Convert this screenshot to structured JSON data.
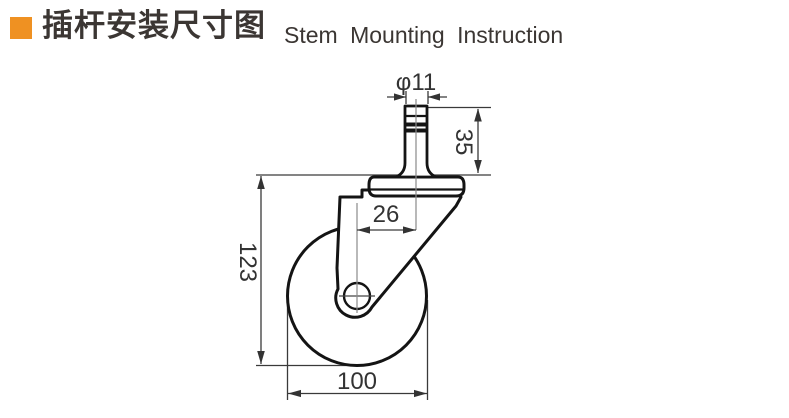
{
  "header": {
    "title_zh": "插杆安装尺寸图",
    "title_en": "Stem Mounting Instruction",
    "accent_color": "#EF9122"
  },
  "diagram": {
    "labels": {
      "stem_diameter": "φ11",
      "stem_length": "35",
      "swivel_offset": "26",
      "mounting_height": "123",
      "wheel_diameter": "100"
    }
  }
}
